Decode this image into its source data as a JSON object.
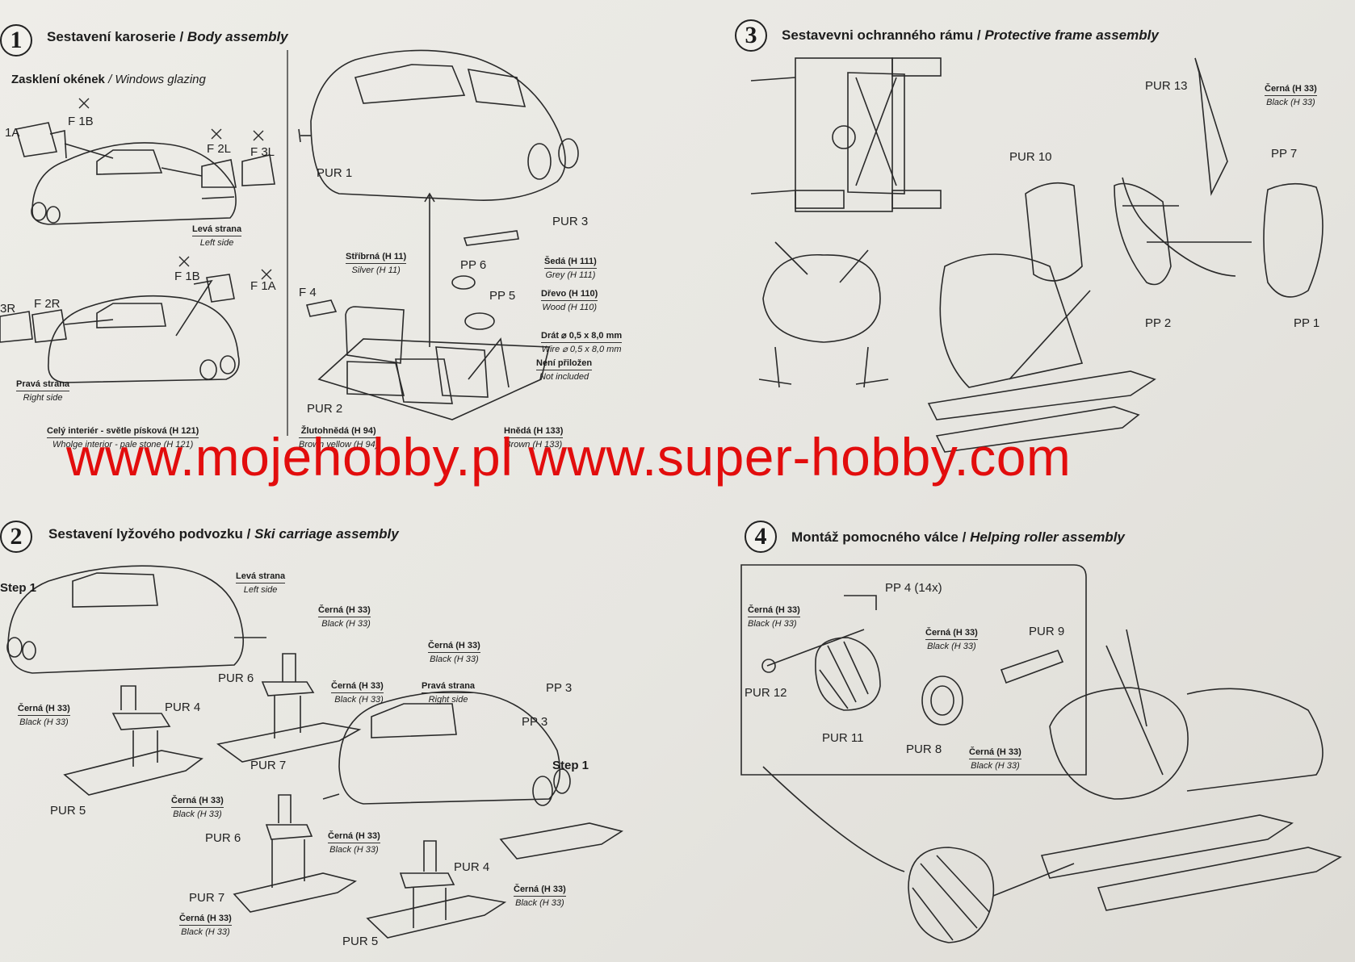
{
  "watermark": "www.mojehobby.pl www.super-hobby.com",
  "sections": [
    {
      "num": "1",
      "title_cs": "Sestavení karoserie",
      "title_en": "Body assembly"
    },
    {
      "num": "2",
      "title_cs": "Sestavení lyžového podvozku",
      "title_en": "Ski carriage assembly"
    },
    {
      "num": "3",
      "title_cs": "Sestavevni ochranného rámu",
      "title_en": "Protective frame assembly"
    },
    {
      "num": "4",
      "title_cs": "Montáž pomocného válce",
      "title_en": "Helping roller  assembly"
    }
  ],
  "sep": "/",
  "s1": {
    "glazing_cs": "Zasklení okének",
    "glazing_en": "Windows glazing",
    "parts": [
      "1A",
      "F 1B",
      "F 2L",
      "F 3L",
      "F 1B",
      "F 1A",
      "3R",
      "F 2R",
      "PUR 1",
      "PUR 3",
      "PP 6",
      "PP 5",
      "F 4",
      "PUR 2"
    ],
    "left_cs": "Levá strana",
    "left_en": "Left side",
    "right_cs": "Pravá strana",
    "right_en": "Right side",
    "paints": [
      {
        "cs": "Stříbrná (H 11)",
        "en": "Silver (H 11)"
      },
      {
        "cs": "Šedá (H 111)",
        "en": "Grey (H 111)"
      },
      {
        "cs": "Dřevo (H 110)",
        "en": "Wood (H 110)"
      },
      {
        "cs": "Drát ⌀ 0,5 x 8,0 mm",
        "en": "Wire ⌀ 0,5 x 8,0 mm"
      },
      {
        "cs": "Není přiložen",
        "en": "Not included"
      },
      {
        "cs": "Celý interiér - světle písková (H 121)",
        "en": "Wholge interior - pale stone (H 121)"
      },
      {
        "cs": "Žlutohnědá (H 94)",
        "en": "Brown yellow (H 94)"
      },
      {
        "cs": "Hnědá (H 133)",
        "en": "Brown (H 133)"
      }
    ]
  },
  "s2": {
    "step1": "Step 1",
    "left_cs": "Levá strana",
    "left_en": "Left side",
    "right_cs": "Pravá strana",
    "right_en": "Right side",
    "black_cs": "Černá (H 33)",
    "black_en": "Black (H 33)",
    "parts": [
      "PUR 6",
      "PUR 4",
      "PUR 7",
      "PUR 5",
      "PP 3",
      "PP 3",
      "PUR 6",
      "PUR 7",
      "PUR 4",
      "PUR 5"
    ]
  },
  "s3": {
    "parts": [
      "PUR 13",
      "PP 7",
      "PUR 10",
      "PP 2",
      "PP 1"
    ],
    "black_cs": "Černá (H 33)",
    "black_en": "Black (H 33)"
  },
  "s4": {
    "parts": [
      "PP 4  (14x)",
      "PUR 9",
      "PUR 12",
      "PUR 11",
      "PUR 8"
    ],
    "black_cs": "Černá (H 33)",
    "black_en": "Black (H 33)"
  }
}
